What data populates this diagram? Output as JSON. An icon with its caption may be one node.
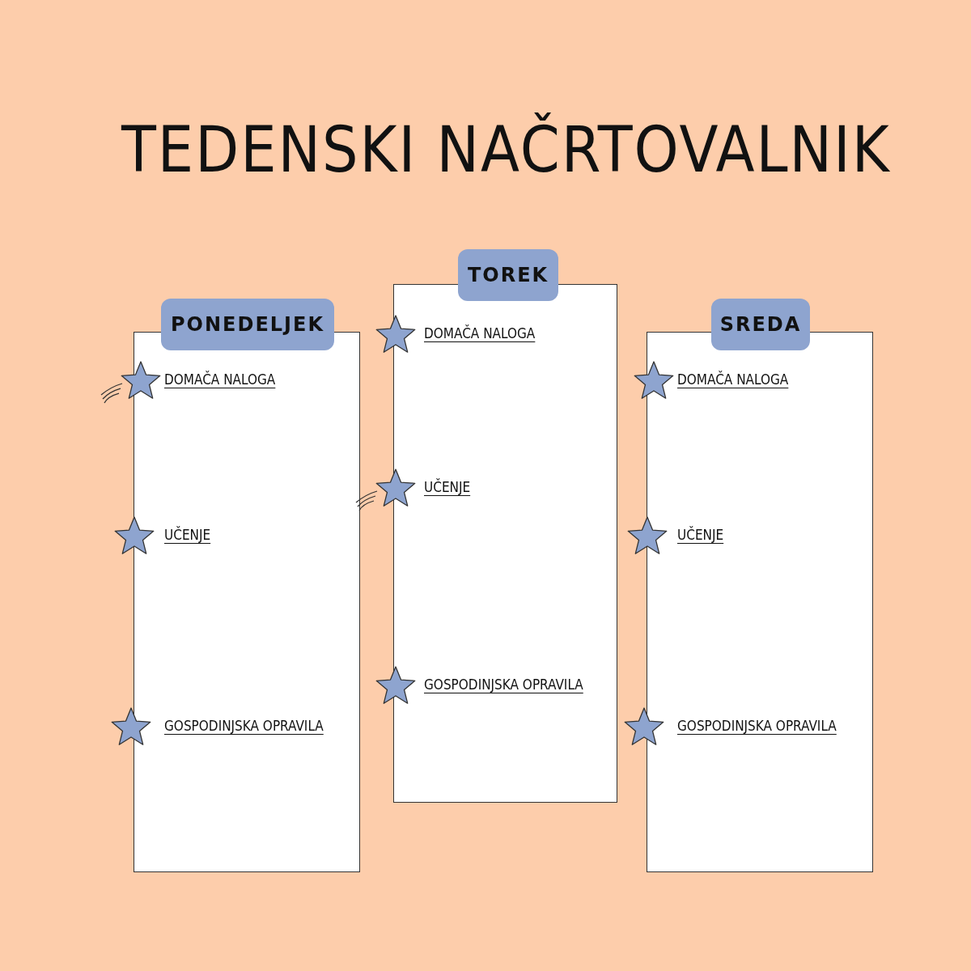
{
  "diagram": {
    "title": "TEDENSKI NAČRTOVALNIK",
    "nodes": [
      {
        "text": [
          "PONEDELJEK"
        ]
      },
      {
        "text": [
          "DOMAČA NALOGA"
        ],
        "in": 0
      },
      {
        "text": [
          "UČENJE"
        ],
        "in": 0
      },
      {
        "text": [
          "GOSPODINJSKA OPRAVILA"
        ],
        "in": 0
      },
      {
        "text": [
          "TOREK"
        ]
      },
      {
        "text": [
          "DOMAČA NALOGA"
        ],
        "in": 4
      },
      {
        "text": [
          "UČENJE"
        ],
        "in": 4
      },
      {
        "text": [
          "GOSPODINJSKA OPRAVILA"
        ],
        "in": 4
      },
      {
        "text": [
          "SREDA"
        ]
      },
      {
        "text": [
          "DOMAČA NALOGA"
        ],
        "in": 8
      },
      {
        "text": [
          "UČENJE"
        ],
        "in": 8
      },
      {
        "text": [
          "GOSPODINJSKA OPRAVILA"
        ],
        "in": 8
      }
    ]
  }
}
